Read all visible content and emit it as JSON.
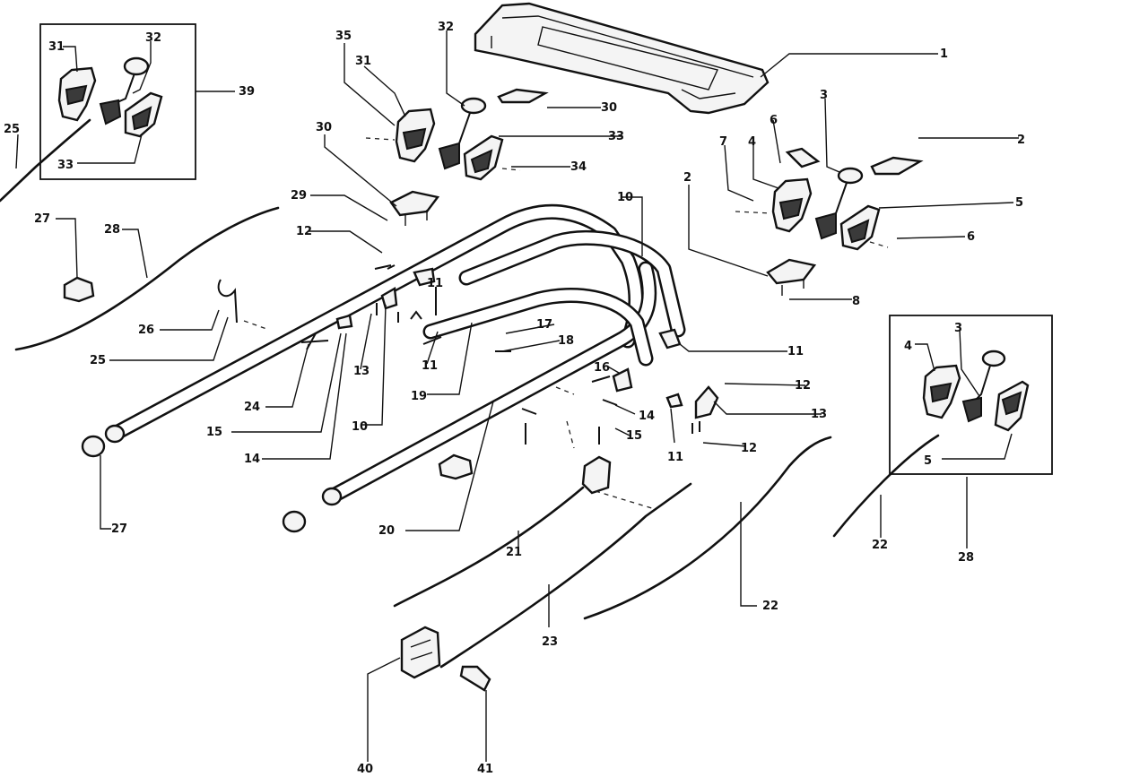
{
  "callouts": [
    {
      "id": "c1",
      "text": "1"
    },
    {
      "id": "c2a",
      "text": "2"
    },
    {
      "id": "c2b",
      "text": "2"
    },
    {
      "id": "c3a",
      "text": "3"
    },
    {
      "id": "c3b",
      "text": "3"
    },
    {
      "id": "c4a",
      "text": "4"
    },
    {
      "id": "c4b",
      "text": "4"
    },
    {
      "id": "c5a",
      "text": "5"
    },
    {
      "id": "c5b",
      "text": "5"
    },
    {
      "id": "c6a",
      "text": "6"
    },
    {
      "id": "c6b",
      "text": "6"
    },
    {
      "id": "c7",
      "text": "7"
    },
    {
      "id": "c8",
      "text": "8"
    },
    {
      "id": "c10a",
      "text": "10"
    },
    {
      "id": "c10b",
      "text": "10"
    },
    {
      "id": "c11a",
      "text": "11"
    },
    {
      "id": "c11b",
      "text": "11"
    },
    {
      "id": "c11c",
      "text": "11"
    },
    {
      "id": "c11d",
      "text": "11"
    },
    {
      "id": "c12a",
      "text": "12"
    },
    {
      "id": "c12b",
      "text": "12"
    },
    {
      "id": "c12c",
      "text": "12"
    },
    {
      "id": "c13a",
      "text": "13"
    },
    {
      "id": "c13b",
      "text": "13"
    },
    {
      "id": "c14a",
      "text": "14"
    },
    {
      "id": "c14b",
      "text": "14"
    },
    {
      "id": "c15a",
      "text": "15"
    },
    {
      "id": "c15b",
      "text": "15"
    },
    {
      "id": "c16",
      "text": "16"
    },
    {
      "id": "c17",
      "text": "17"
    },
    {
      "id": "c18",
      "text": "18"
    },
    {
      "id": "c19",
      "text": "19"
    },
    {
      "id": "c20",
      "text": "20"
    },
    {
      "id": "c21",
      "text": "21"
    },
    {
      "id": "c22a",
      "text": "22"
    },
    {
      "id": "c22b",
      "text": "22"
    },
    {
      "id": "c23",
      "text": "23"
    },
    {
      "id": "c24",
      "text": "24"
    },
    {
      "id": "c25a",
      "text": "25"
    },
    {
      "id": "c25b",
      "text": "25"
    },
    {
      "id": "c26",
      "text": "26"
    },
    {
      "id": "c27a",
      "text": "27"
    },
    {
      "id": "c27b",
      "text": "27"
    },
    {
      "id": "c28a",
      "text": "28"
    },
    {
      "id": "c28b",
      "text": "28"
    },
    {
      "id": "c29",
      "text": "29"
    },
    {
      "id": "c30a",
      "text": "30"
    },
    {
      "id": "c30b",
      "text": "30"
    },
    {
      "id": "c31a",
      "text": "31"
    },
    {
      "id": "c31b",
      "text": "31"
    },
    {
      "id": "c32a",
      "text": "32"
    },
    {
      "id": "c32b",
      "text": "32"
    },
    {
      "id": "c33a",
      "text": "33"
    },
    {
      "id": "c33b",
      "text": "33"
    },
    {
      "id": "c34",
      "text": "34"
    },
    {
      "id": "c35",
      "text": "35"
    },
    {
      "id": "c39",
      "text": "39"
    },
    {
      "id": "c40",
      "text": "40"
    },
    {
      "id": "c41",
      "text": "41"
    }
  ]
}
